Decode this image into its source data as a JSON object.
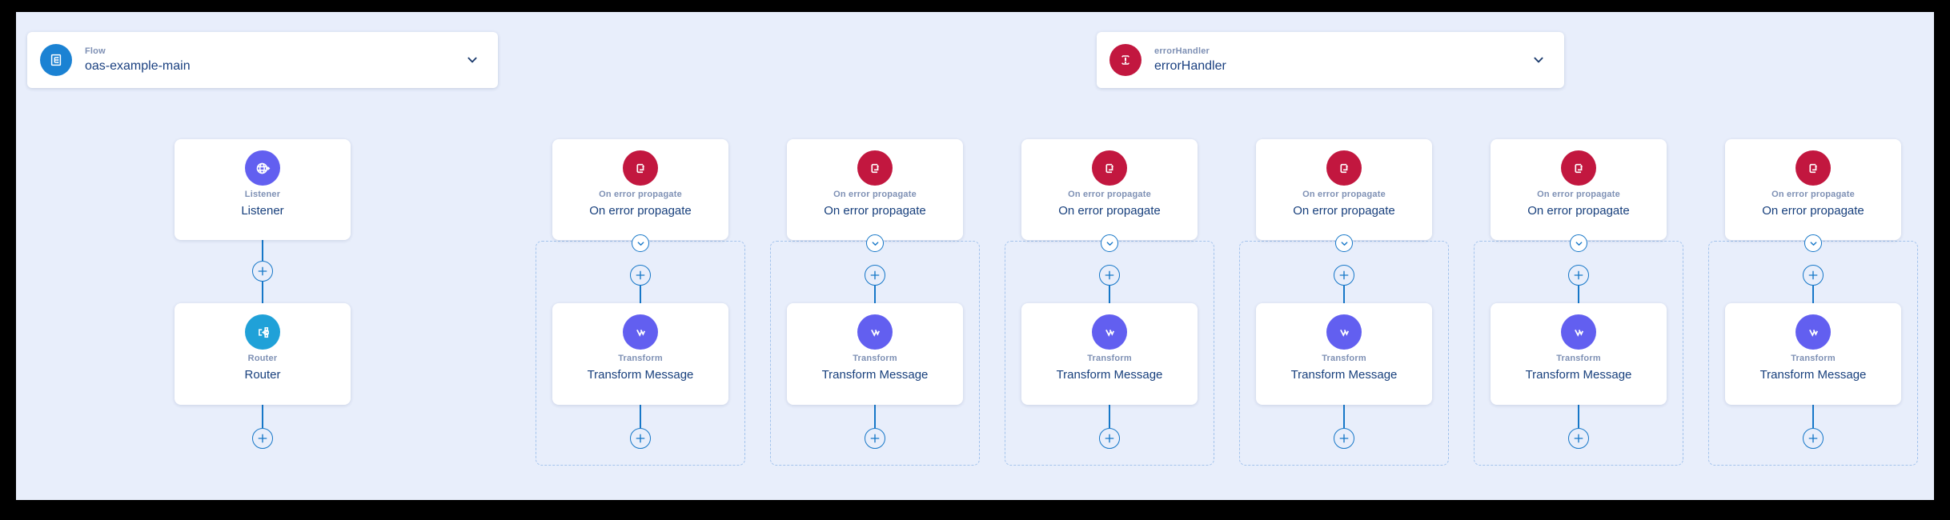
{
  "toolbar": {
    "flow_selector": {
      "type_label": "Flow",
      "name": "oas-example-main"
    },
    "error_handler_selector": {
      "type_label": "errorHandler",
      "name": "errorHandler"
    }
  },
  "main_flow": {
    "listener": {
      "type_label": "Listener",
      "name": "Listener"
    },
    "router": {
      "type_label": "Router",
      "name": "Router"
    }
  },
  "error_handler_columns": [
    {
      "handler": {
        "type_label": "On error propagate",
        "name": "On error propagate"
      },
      "processor": {
        "type_label": "Transform",
        "name": "Transform Message"
      }
    },
    {
      "handler": {
        "type_label": "On error propagate",
        "name": "On error propagate"
      },
      "processor": {
        "type_label": "Transform",
        "name": "Transform Message"
      }
    },
    {
      "handler": {
        "type_label": "On error propagate",
        "name": "On error propagate"
      },
      "processor": {
        "type_label": "Transform",
        "name": "Transform Message"
      }
    },
    {
      "handler": {
        "type_label": "On error propagate",
        "name": "On error propagate"
      },
      "processor": {
        "type_label": "Transform",
        "name": "Transform Message"
      }
    },
    {
      "handler": {
        "type_label": "On error propagate",
        "name": "On error propagate"
      },
      "processor": {
        "type_label": "Transform",
        "name": "Transform Message"
      }
    },
    {
      "handler": {
        "type_label": "On error propagate",
        "name": "On error propagate"
      },
      "processor": {
        "type_label": "Transform",
        "name": "Transform Message"
      }
    }
  ],
  "colors": {
    "canvas_background": "#e8eefb",
    "card_background": "#ffffff",
    "label_text": "#7e90b4",
    "title_text": "#173f7c",
    "connector_blue": "#1677c8",
    "dashed_border": "#a3c3ec",
    "flow_icon": "#1b82d3",
    "error_icon": "#c2173f",
    "listener_transform_icon": "#625ff0",
    "router_icon": "#20a1d8"
  }
}
